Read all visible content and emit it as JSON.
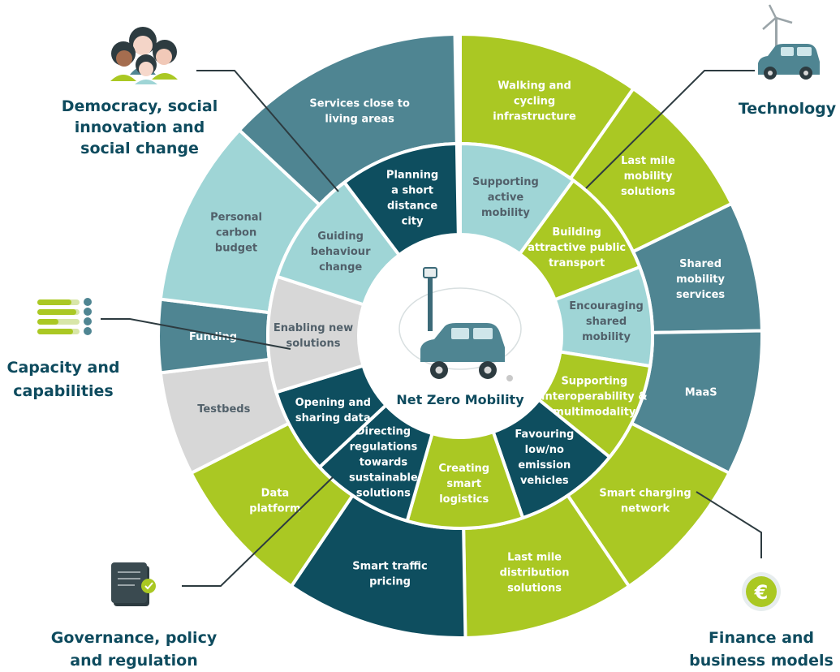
{
  "colors": {
    "lime": "#aac823",
    "teal": "#4f8592",
    "dark_teal": "#0e4e5f",
    "light_teal": "#9fd5d6",
    "light_gray": "#d7d7d7",
    "category_text": "#0e4b5e"
  },
  "center": {
    "title": "Net Zero Mobility",
    "icon": "car-streetlamp-icon"
  },
  "outer_ring": [
    {
      "label": "Walking and cycling infrastructure",
      "lines": [
        "Walking and",
        "cycling",
        "infrastructure"
      ],
      "color": "lime"
    },
    {
      "label": "Last mile mobility solutions",
      "lines": [
        "Last mile",
        "mobility",
        "solutions"
      ],
      "color": "lime"
    },
    {
      "label": "Shared mobility services",
      "lines": [
        "Shared",
        "mobility",
        "services"
      ],
      "color": "teal"
    },
    {
      "label": "MaaS",
      "lines": [
        "MaaS"
      ],
      "color": "teal"
    },
    {
      "label": "Smart charging network",
      "lines": [
        "Smart charging",
        "network"
      ],
      "color": "lime"
    },
    {
      "label": "Last mile distribution solutions",
      "lines": [
        "Last mile",
        "distribution",
        "solutions"
      ],
      "color": "lime"
    },
    {
      "label": "Smart traffic pricing",
      "lines": [
        "Smart traffic",
        "pricing"
      ],
      "color": "dark_teal"
    },
    {
      "label": "Data platform",
      "lines": [
        "Data",
        "platform"
      ],
      "color": "lime"
    },
    {
      "label": "Testbeds",
      "lines": [
        "Testbeds"
      ],
      "color": "light_gray"
    },
    {
      "label": "Funding",
      "lines": [
        "Funding"
      ],
      "color": "teal"
    },
    {
      "label": "Personal carbon budget",
      "lines": [
        "Personal",
        "carbon",
        "budget"
      ],
      "color": "light_teal"
    },
    {
      "label": "Services close to living areas",
      "lines": [
        "Services close to",
        "living areas"
      ],
      "color": "teal"
    }
  ],
  "inner_ring": [
    {
      "label": "Supporting active mobility",
      "lines": [
        "Supporting",
        "active",
        "mobility"
      ],
      "color": "light_teal"
    },
    {
      "label": "Building attractive public transport",
      "lines": [
        "Building",
        "attractive public",
        "transport"
      ],
      "color": "lime"
    },
    {
      "label": "Encouraging shared mobility",
      "lines": [
        "Encouraging",
        "shared",
        "mobility"
      ],
      "color": "light_teal"
    },
    {
      "label": "Supporting interoperability & multimodality",
      "lines": [
        "Supporting",
        "interoperability &",
        "multimodality"
      ],
      "color": "lime"
    },
    {
      "label": "Favouring low/no emission vehicles",
      "lines": [
        "Favouring",
        "low/no",
        "emission",
        "vehicles"
      ],
      "color": "dark_teal"
    },
    {
      "label": "Creating smart logistics",
      "lines": [
        "Creating",
        "smart",
        "logistics"
      ],
      "color": "lime"
    },
    {
      "label": "Directing regulations towards sustainable solutions",
      "lines": [
        "Directing",
        "regulations",
        "towards",
        "sustainable",
        "solutions"
      ],
      "color": "dark_teal"
    },
    {
      "label": "Opening and sharing data",
      "lines": [
        "Opening and",
        "sharing data"
      ],
      "color": "dark_teal"
    },
    {
      "label": "Enabling new solutions",
      "lines": [
        "Enabling new",
        "solutions"
      ],
      "color": "light_gray"
    },
    {
      "label": "Guiding behaviour change",
      "lines": [
        "Guiding",
        "behaviour",
        "change"
      ],
      "color": "light_teal"
    },
    {
      "label": "Planning a short distance city",
      "lines": [
        "Planning",
        "a short",
        "distance",
        "city"
      ],
      "color": "dark_teal"
    }
  ],
  "categories": [
    {
      "name": "Democracy, social innovation and social change",
      "lines": [
        "Democracy, social",
        "innovation and",
        "social change"
      ],
      "icon": "people-group-icon"
    },
    {
      "name": "Technology",
      "lines": [
        "Technology"
      ],
      "icon": "car-windturbine-icon"
    },
    {
      "name": "Capacity and capabilities",
      "lines": [
        "Capacity and",
        "capabilities"
      ],
      "icon": "checklist-icon"
    },
    {
      "name": "Governance, policy and regulation",
      "lines": [
        "Governance, policy",
        "and regulation"
      ],
      "icon": "signed-document-icon"
    },
    {
      "name": "Finance and business models",
      "lines": [
        "Finance and",
        "business models"
      ],
      "icon": "euro-coin-icon"
    }
  ]
}
